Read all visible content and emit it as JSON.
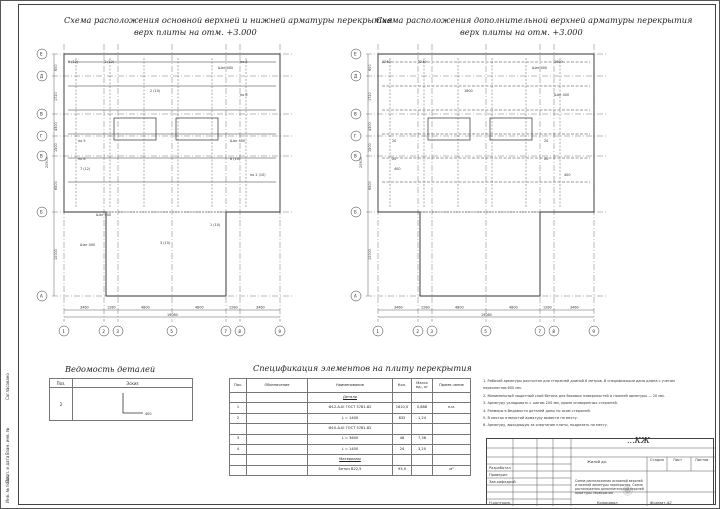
{
  "left_plan": {
    "title_line1": "Схема расположения основной верхней и нижней арматуры перекрытия",
    "title_line2": "верх плиты на отм. +3.000",
    "axis_rows": [
      "Е",
      "Д",
      "В",
      "Г",
      "В",
      "Б",
      "А"
    ],
    "axis_cols": [
      "1",
      "2",
      "3",
      "5",
      "7",
      "8",
      "9"
    ],
    "row_dims": [
      "600",
      "1720",
      "4300",
      "1500",
      "6500",
      "10000"
    ],
    "total_height": "20900",
    "col_dims": [
      "3460",
      "1280",
      "4800",
      "4800",
      "1280",
      "3460"
    ],
    "total_width": "19080",
    "labels": [
      "5 (12)",
      "1 (12)",
      "2 (10)",
      "по 5",
      "по 6",
      "Шаг 400",
      "по 5",
      "по 6",
      "Шаг 400",
      "6 (10)",
      "7 (12)",
      "по 2 (10)",
      "3 (10)",
      "1 (10)",
      "Шаг 400",
      "Шаг 400"
    ]
  },
  "right_plan": {
    "title_line1": "Схема расположения дополнительной верхней арматуры перекрытия",
    "title_line2": "верх плиты на отм. +3.000",
    "axis_rows": [
      "Е",
      "Д",
      "В",
      "Г",
      "В",
      "Б",
      "А"
    ],
    "axis_cols": [
      "1",
      "2",
      "3",
      "5",
      "7",
      "8",
      "9"
    ],
    "row_dims": [
      "600",
      "1720",
      "4300",
      "1500",
      "6500",
      "10000"
    ],
    "total_height": "20900",
    "col_dims": [
      "3460",
      "1280",
      "4800",
      "4800",
      "1280",
      "3460"
    ],
    "total_width": "19080",
    "labels": [
      "2240",
      "2240",
      "1600",
      "1600",
      "Шаг 400",
      "Шаг 400",
      "20",
      "20",
      "20",
      "20",
      "400",
      "400"
    ]
  },
  "details": {
    "title": "Ведомость деталей",
    "headers": [
      "Поз.",
      "Эскиз"
    ],
    "rows": [
      {
        "pos": "2",
        "sketch_dim": "400"
      }
    ]
  },
  "spec": {
    "title": "Спецификация элементов на плиту перекрытия",
    "headers": [
      "Поз.",
      "Обозначение",
      "Наименование",
      "Кол.",
      "Масса ед., кг",
      "Приме-чание"
    ],
    "rows": [
      {
        "pos": "",
        "code": "",
        "name": "Детали",
        "qty": "",
        "mass": "",
        "note": ""
      },
      {
        "pos": "1",
        "code": "",
        "name": "Ф12-А-III ГОСТ 5781-82",
        "qty": "1610,0",
        "mass": "0,888",
        "note": "п.м."
      },
      {
        "pos": "2",
        "code": "",
        "name": "L = 1400",
        "qty": "832",
        "mass": "1,24",
        "note": ""
      },
      {
        "pos": "",
        "code": "",
        "name": "Ф10-А-III ГОСТ 5781-82",
        "qty": "",
        "mass": "",
        "note": ""
      },
      {
        "pos": "3",
        "code": "",
        "name": "L = 3600",
        "qty": "48",
        "mass": "7,36",
        "note": ""
      },
      {
        "pos": "4",
        "code": "",
        "name": "L = 1400",
        "qty": "24",
        "mass": "3,20",
        "note": ""
      },
      {
        "pos": "",
        "code": "",
        "name": "Материалы",
        "qty": "",
        "mass": "",
        "note": ""
      },
      {
        "pos": "",
        "code": "",
        "name": "Бетон В22,5",
        "qty": "93,0",
        "mass": "",
        "note": "м³"
      }
    ]
  },
  "notes": [
    "1. Рабочей арматуры рассчитан для стержней длиной 6 метров. В спецификации дана длина с учетом",
    "   перехлестов 600 мм.",
    "2. Минимальный защитный слой бетона для боковых поверхностей и нижней арматуры — 20 мм.",
    "3. Арматуру укладывать с шагом 200 мм, кроме оговоренных стержней.",
    "4. Размеры в Ведомости деталей даны по осям стержней.",
    "5. В местах отверстий арматуру вывести по месту.",
    "6. Арматуру, выходящую за очертание плиты, подрезать по месту."
  ],
  "stamp": {
    "code": "...КЖ",
    "building": "Жилой до-",
    "stage_header": [
      "Стадия",
      "Лист",
      "Листов"
    ],
    "roles": [
      "Разработал",
      "Проверил",
      "Зав.кафедрой"
    ],
    "norm": "Н.контроль",
    "sheet_desc": "Схема расположения основной верхней и нижней арматуры перекрытия. Схема расположения дополнительной верхней арматуры перекрытия",
    "drawn": "Копировал",
    "format": "Формат А2"
  },
  "side_stamp": [
    "Согласовано",
    "Взам. инв. №",
    "Подп. и дата",
    "Инв. № подл."
  ],
  "colors": {
    "line": "#333333",
    "paper": "#ffffff"
  }
}
